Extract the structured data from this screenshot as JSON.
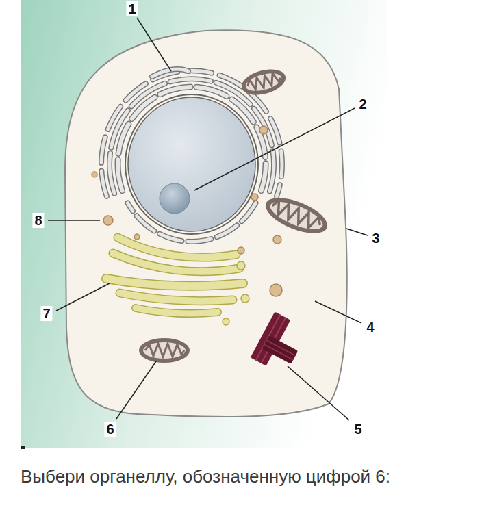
{
  "diagram": {
    "caption": "Выбери органеллу, обозначенную цифрой 6:",
    "labels": [
      "1",
      "2",
      "3",
      "4",
      "5",
      "6",
      "7",
      "8"
    ]
  }
}
